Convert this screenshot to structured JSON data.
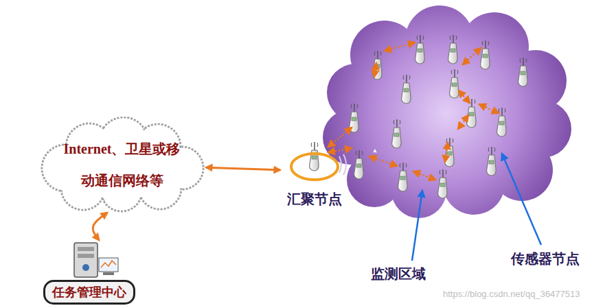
{
  "diagram": {
    "nodes": [
      {
        "text": [
          "Internet、卫星或移 动通信网络等"
        ]
      },
      {
        "text": [
          "任务管理中心"
        ]
      },
      {
        "text": [
          "汇聚节点"
        ]
      }
    ],
    "edges": [
      {
        "from": 0,
        "to": 1,
        "arrow": "both"
      },
      {
        "from": 0,
        "to": 2,
        "arrow": "both"
      }
    ],
    "labels": [
      "监测区域",
      "传感器节点",
      "https://blog.csdn.net/qq_36477513"
    ]
  }
}
